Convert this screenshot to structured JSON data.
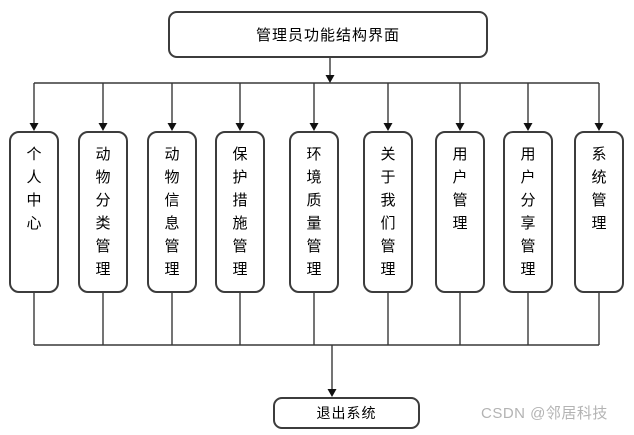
{
  "page": {
    "background": "#ffffff"
  },
  "diagram": {
    "root": {
      "label": "管理员功能结构界面"
    },
    "children": [
      {
        "label": "个人中心"
      },
      {
        "label": "动物分类管理"
      },
      {
        "label": "动物信息管理"
      },
      {
        "label": "保护措施管理"
      },
      {
        "label": "环境质量管理"
      },
      {
        "label": "关于我们管理"
      },
      {
        "label": "用户管理"
      },
      {
        "label": "用户分享管理"
      },
      {
        "label": "系统管理"
      }
    ],
    "exit": {
      "label": "退出系统"
    }
  },
  "watermark": {
    "text": "CSDN @邻居科技",
    "color": "#b3b3b3"
  },
  "colors": {
    "line": "#383838",
    "arrow": "#111111",
    "box_border": "#3c3c3c",
    "text": "#000000"
  }
}
